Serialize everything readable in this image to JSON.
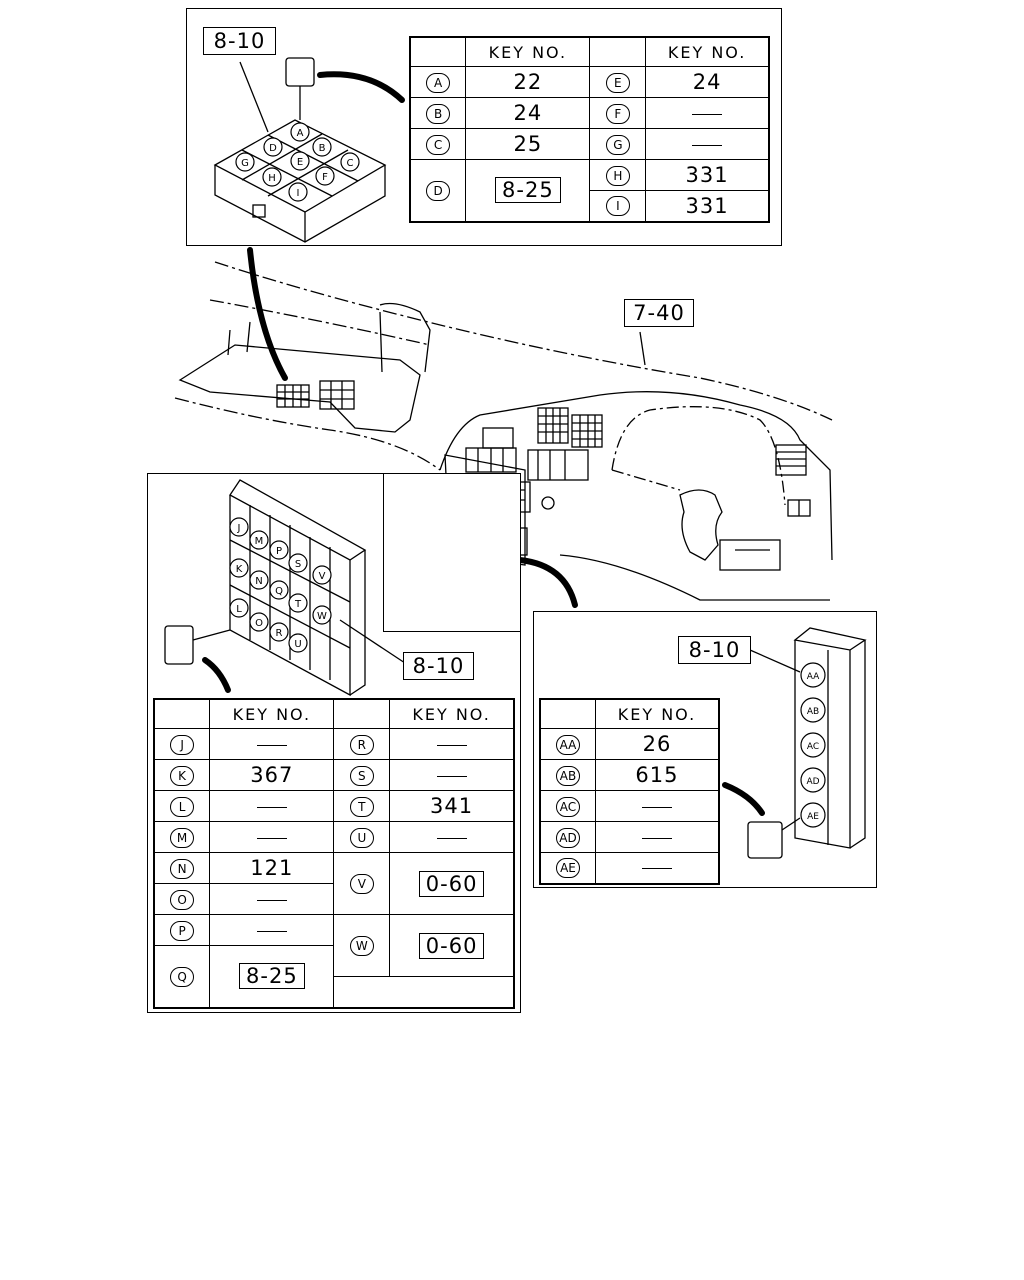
{
  "diagram_label": "7-40",
  "top_panel": {
    "ref": "8-10",
    "header": [
      "KEY NO.",
      "KEY NO."
    ],
    "left_rows": [
      {
        "key": "A",
        "value": "22"
      },
      {
        "key": "B",
        "value": "24"
      },
      {
        "key": "C",
        "value": "25"
      },
      {
        "key": "D",
        "value": "8-25",
        "boxed": true
      }
    ],
    "right_rows": [
      {
        "key": "E",
        "value": "24"
      },
      {
        "key": "F",
        "value": "—"
      },
      {
        "key": "G",
        "value": "—"
      },
      {
        "key": "H",
        "value": "331"
      },
      {
        "key": "I",
        "value": "331"
      }
    ]
  },
  "left_panel": {
    "ref": "8-10",
    "header": [
      "KEY NO.",
      "KEY NO."
    ],
    "left_rows": [
      {
        "key": "J",
        "value": "—"
      },
      {
        "key": "K",
        "value": "367"
      },
      {
        "key": "L",
        "value": "—"
      },
      {
        "key": "M",
        "value": "—"
      },
      {
        "key": "N",
        "value": "121"
      },
      {
        "key": "O",
        "value": "—"
      },
      {
        "key": "P",
        "value": "—"
      },
      {
        "key": "Q",
        "value": "8-25",
        "boxed": true
      }
    ],
    "right_rows": [
      {
        "key": "R",
        "value": "—"
      },
      {
        "key": "S",
        "value": "—"
      },
      {
        "key": "T",
        "value": "341"
      },
      {
        "key": "U",
        "value": "—"
      },
      {
        "key": "V",
        "value": "0-60",
        "boxed": true
      },
      {
        "key": "W",
        "value": "0-60",
        "boxed": true
      }
    ]
  },
  "right_panel": {
    "ref": "8-10",
    "header": [
      "KEY NO."
    ],
    "rows": [
      {
        "key": "AA",
        "value": "26"
      },
      {
        "key": "AB",
        "value": "615"
      },
      {
        "key": "AC",
        "value": "—"
      },
      {
        "key": "AD",
        "value": "—"
      },
      {
        "key": "AE",
        "value": "—"
      }
    ]
  },
  "top_grid_labels": [
    "A",
    "B",
    "C",
    "D",
    "E",
    "F",
    "G",
    "H",
    "I"
  ],
  "left_grid_labels": [
    "J",
    "K",
    "L",
    "M",
    "N",
    "O",
    "P",
    "Q",
    "R",
    "S",
    "T",
    "U",
    "V",
    "W"
  ],
  "right_grid_labels": [
    "AA",
    "AB",
    "AC",
    "AD",
    "AE"
  ]
}
